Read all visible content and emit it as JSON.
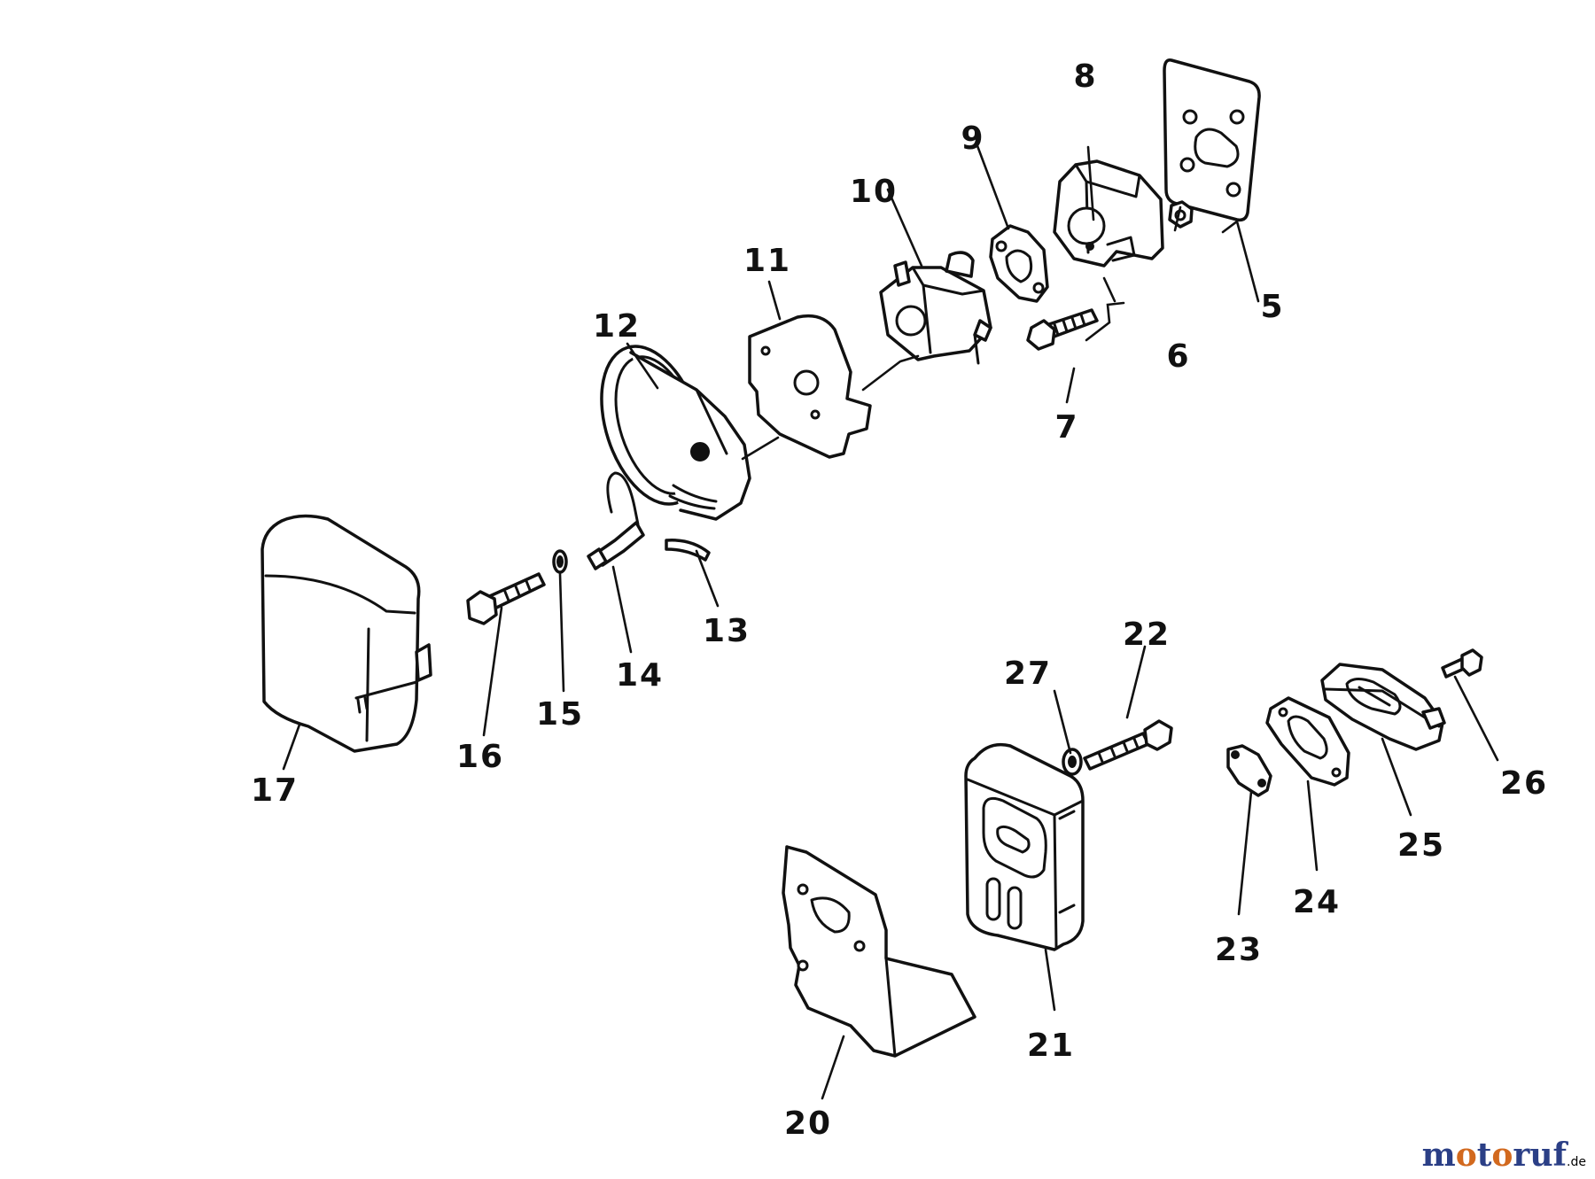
{
  "diagram": {
    "callouts": [
      {
        "id": "5",
        "label": "5"
      },
      {
        "id": "6",
        "label": "6"
      },
      {
        "id": "7",
        "label": "7"
      },
      {
        "id": "8",
        "label": "8"
      },
      {
        "id": "9",
        "label": "9"
      },
      {
        "id": "10",
        "label": "10"
      },
      {
        "id": "11",
        "label": "11"
      },
      {
        "id": "12",
        "label": "12"
      },
      {
        "id": "13",
        "label": "13"
      },
      {
        "id": "14",
        "label": "14"
      },
      {
        "id": "15",
        "label": "15"
      },
      {
        "id": "16",
        "label": "16"
      },
      {
        "id": "17",
        "label": "17"
      },
      {
        "id": "20",
        "label": "20"
      },
      {
        "id": "21",
        "label": "21"
      },
      {
        "id": "22",
        "label": "22"
      },
      {
        "id": "23",
        "label": "23"
      },
      {
        "id": "24",
        "label": "24"
      },
      {
        "id": "25",
        "label": "25"
      },
      {
        "id": "26",
        "label": "26"
      },
      {
        "id": "27",
        "label": "27"
      }
    ]
  },
  "watermark": {
    "brand": "motoruf",
    "suffix": ".de",
    "colors": {
      "primary": "#2b3f86",
      "secondary": "#d2691e"
    }
  }
}
